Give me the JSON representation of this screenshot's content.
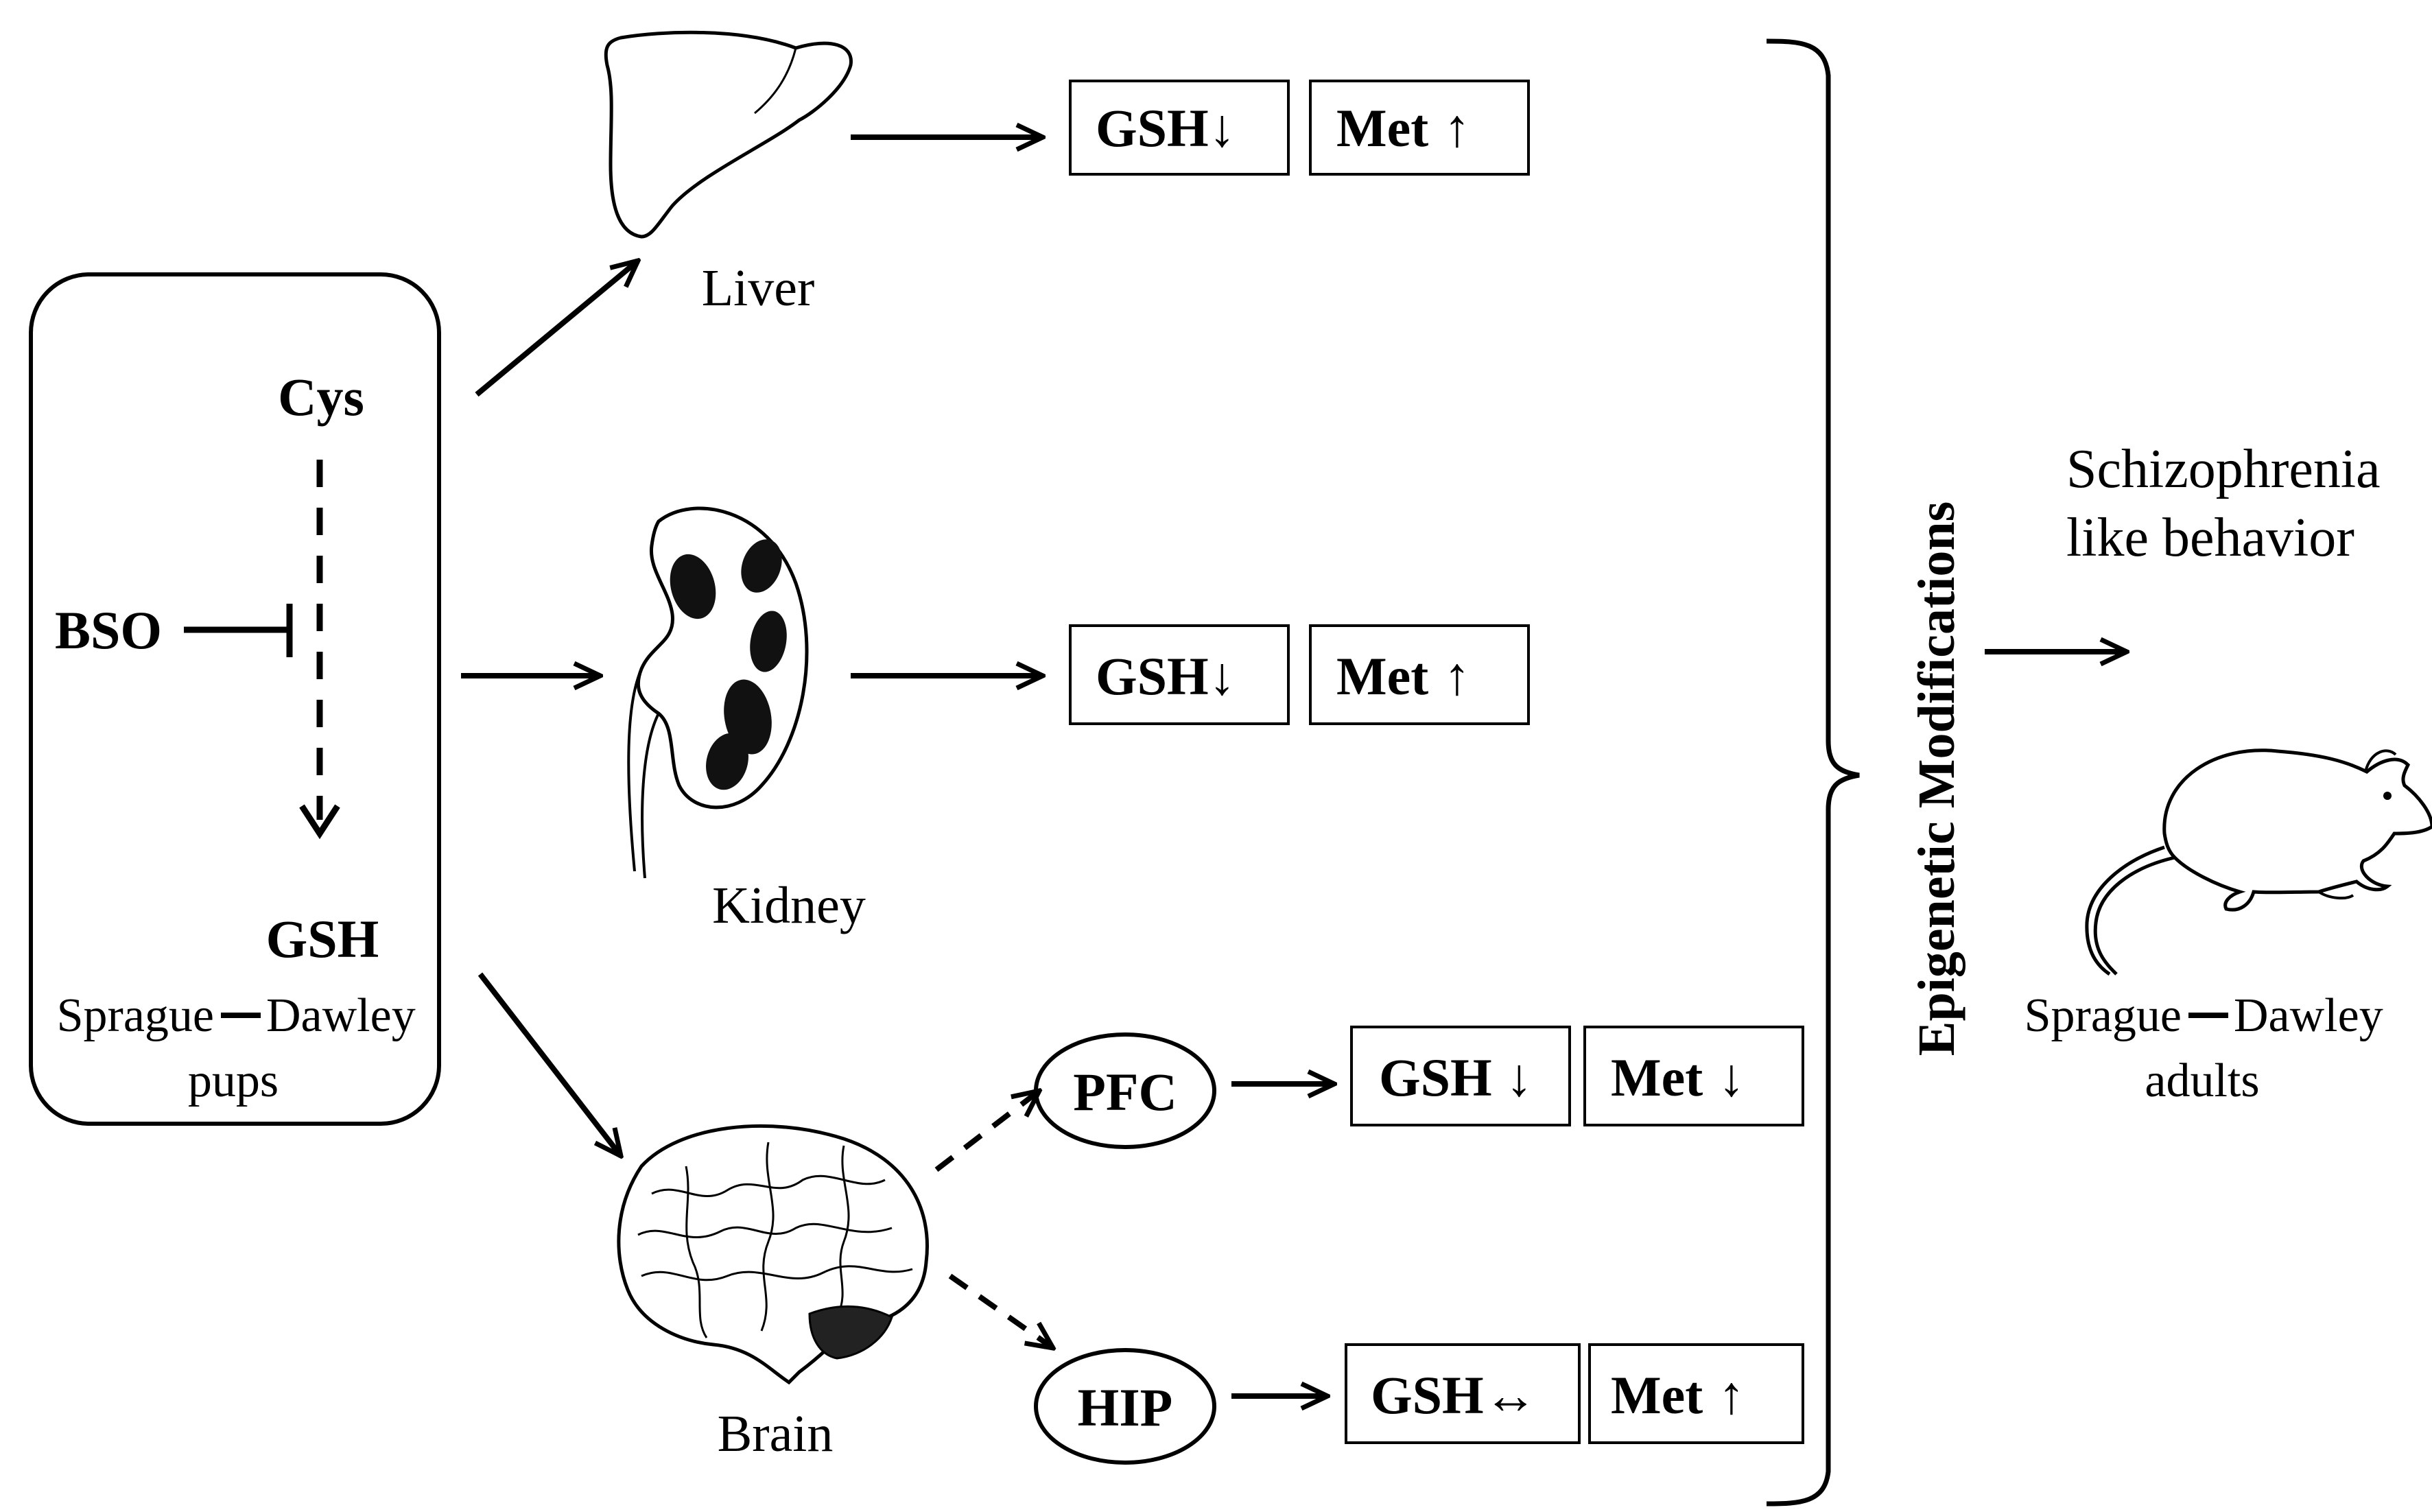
{
  "pups_box": {
    "cys": "Cys",
    "bso": "BSO",
    "gsh": "GSH",
    "strain_left": "Sprague",
    "strain_right": "Dawley",
    "stage": "pups"
  },
  "organs": {
    "liver": "Liver",
    "kidney": "Kidney",
    "brain": "Brain"
  },
  "brain_regions": {
    "pfc": "PFC",
    "hip": "HIP"
  },
  "results": {
    "liver": {
      "gsh": "GSH",
      "gsh_arrow": "↓",
      "met": "Met",
      "met_arrow": "↑"
    },
    "kidney": {
      "gsh": "GSH",
      "gsh_arrow": "↓",
      "met": "Met",
      "met_arrow": "↑"
    },
    "pfc": {
      "gsh": "GSH",
      "gsh_arrow": "↓",
      "met": "Met",
      "met_arrow": "↓"
    },
    "hip": {
      "gsh": "GSH",
      "gsh_arrow": "↔",
      "met": "Met",
      "met_arrow": "↑"
    }
  },
  "epigenetic_label": "Epigenetic Modifications",
  "outcome": {
    "line1": "Schizophrenia",
    "line2": "like behavior"
  },
  "adults": {
    "strain_left": "Sprague",
    "strain_right": "Dawley",
    "stage": "adults"
  }
}
